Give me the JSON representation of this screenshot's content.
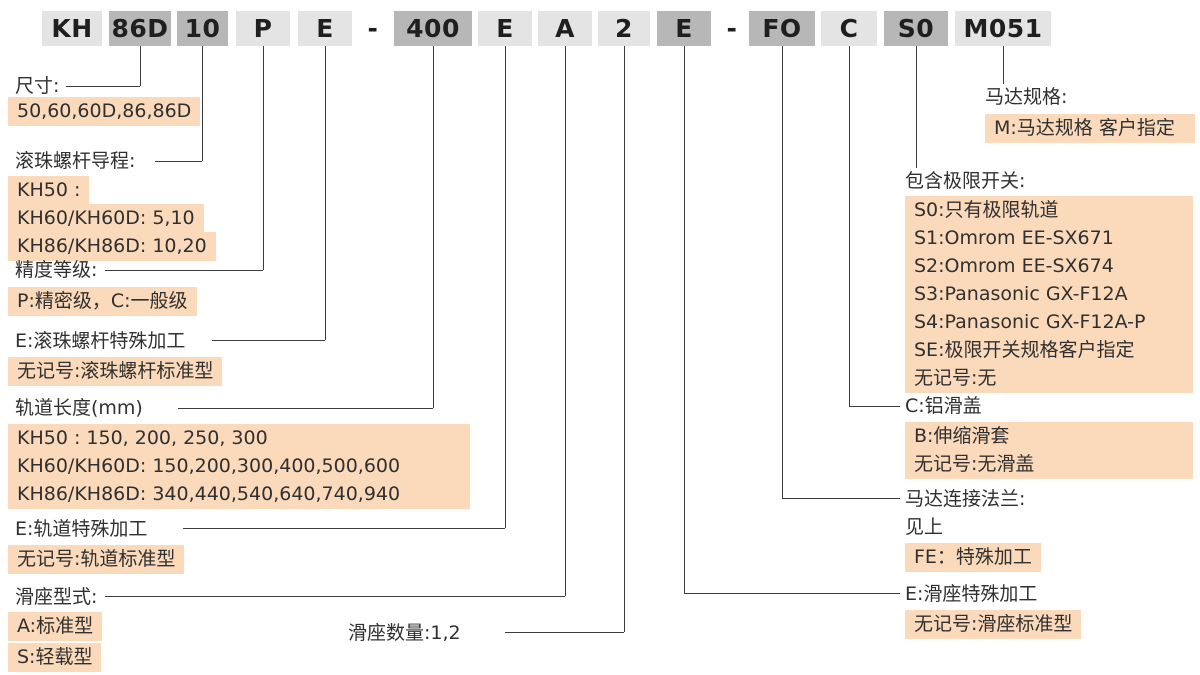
{
  "colors": {
    "highlight": "#fbdabb",
    "segment_light": "#e4e4e4",
    "segment_dark": "#b7b7b7",
    "line": "#3c3c3c",
    "text": "#303030"
  },
  "code": {
    "segments": [
      {
        "text": "KH"
      },
      {
        "text": "86D"
      },
      {
        "text": "10"
      },
      {
        "text": "P"
      },
      {
        "text": "E"
      },
      {
        "text": "-"
      },
      {
        "text": "400"
      },
      {
        "text": "E"
      },
      {
        "text": "A"
      },
      {
        "text": "2"
      },
      {
        "text": "E"
      },
      {
        "text": "-"
      },
      {
        "text": "FO"
      },
      {
        "text": "C"
      },
      {
        "text": "S0"
      },
      {
        "text": "M051"
      }
    ]
  },
  "sections": {
    "size": {
      "title": "尺寸:",
      "options": [
        "50,60,60D,86,86D"
      ]
    },
    "lead": {
      "title": "滚珠螺杆导程:",
      "options": [
        "KH50 :",
        "KH60/KH60D: 5,10",
        "KH86/KH86D: 10,20"
      ]
    },
    "accuracy": {
      "title": "精度等级:",
      "options": [
        "P:精密级，C:一般级"
      ]
    },
    "screw_special": {
      "plain": "E:滚珠螺杆特殊加工",
      "options": [
        "无记号:滚珠螺杆标准型"
      ]
    },
    "rail_length": {
      "title": "轨道长度(mm)",
      "options": [
        "KH50 : 150, 200, 250, 300",
        "KH60/KH60D: 150,200,300,400,500,600",
        "KH86/KH86D: 340,440,540,640,740,940"
      ]
    },
    "rail_special": {
      "plain": "E:轨道特殊加工",
      "options": [
        "无记号:轨道标准型"
      ]
    },
    "slider_type": {
      "title": "滑座型式:",
      "options": [
        "A:标准型",
        "S:轻载型"
      ]
    },
    "slider_qty": {
      "label": "滑座数量:1,2"
    },
    "motor_spec": {
      "title": "马达规格:",
      "options": [
        "M:马达规格  客户指定"
      ]
    },
    "limit_switch": {
      "title": "包含极限开关:",
      "options": [
        "S0:只有极限轨道",
        "S1:Omrom EE-SX671",
        "S2:Omrom EE-SX674",
        "S3:Panasonic GX-F12A",
        "S4:Panasonic GX-F12A-P",
        "SE:极限开关规格客户指定",
        "无记号:无"
      ]
    },
    "cover": {
      "title": "C:铝滑盖",
      "options": [
        "B:伸缩滑套",
        "无记号:无滑盖"
      ]
    },
    "flange": {
      "title": "马达连接法兰:",
      "note": "见上",
      "options": [
        "FE：特殊加工"
      ]
    },
    "slider_special": {
      "plain": "E:滑座特殊加工",
      "options": [
        "无记号:滑座标准型"
      ]
    }
  }
}
